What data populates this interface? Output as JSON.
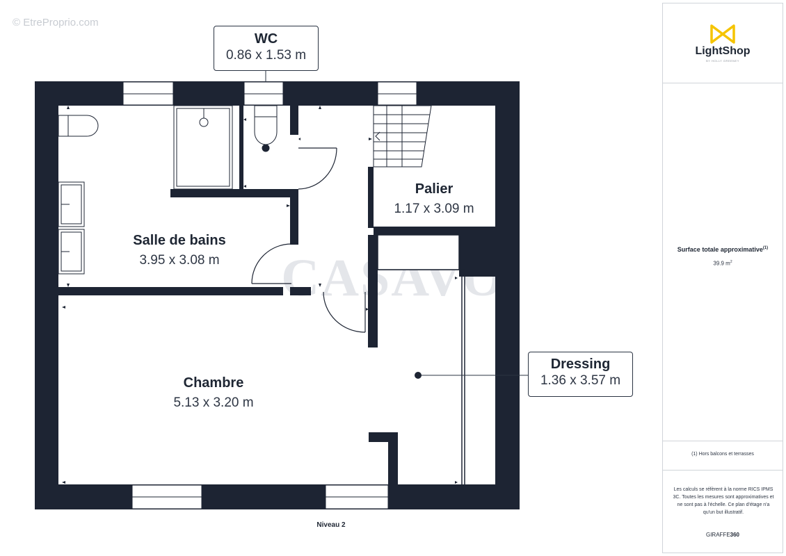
{
  "copyright": "© EtreProprio.com",
  "watermark": "CASAVO",
  "rooms": {
    "wc": {
      "name": "WC",
      "dims": "0.86 x 1.53 m"
    },
    "palier": {
      "name": "Palier",
      "dims": "1.17 x 3.09 m"
    },
    "salle_de_bains": {
      "name": "Salle de bains",
      "dims": "3.95 x 3.08 m"
    },
    "chambre": {
      "name": "Chambre",
      "dims": "5.13 x 3.20 m"
    },
    "dressing": {
      "name": "Dressing",
      "dims": "1.36 x 3.57 m"
    }
  },
  "level": "Niveau 2",
  "colors": {
    "wall": "#1d2433",
    "logo_yellow": "#f5c400",
    "text": "#2a3342"
  },
  "sidebar": {
    "logo_name": "LightShop",
    "logo_tagline": "BY HOLLY GREENEY",
    "surface_label": "Surface totale approximative",
    "surface_label_note": "(1)",
    "surface_value": "39.9 m",
    "surface_unit_sup": "2",
    "note": "(1) Hors balcons et terrasses",
    "legal": "Les calculs se réfèrent à la norme RICS IPMS 3C. Toutes les mesures sont approximatives et ne sont pas à l'échelle. Ce plan d'étage n'a qu'un but illustratif.",
    "brand_prefix": "GIRAFFE",
    "brand_suffix": "360"
  },
  "icons": [
    "copyright-icon",
    "lightshop-logo-icon",
    "toilet-icon",
    "shower-icon",
    "sink-icon",
    "stairs-icon",
    "door-swing-icon",
    "window-icon"
  ]
}
